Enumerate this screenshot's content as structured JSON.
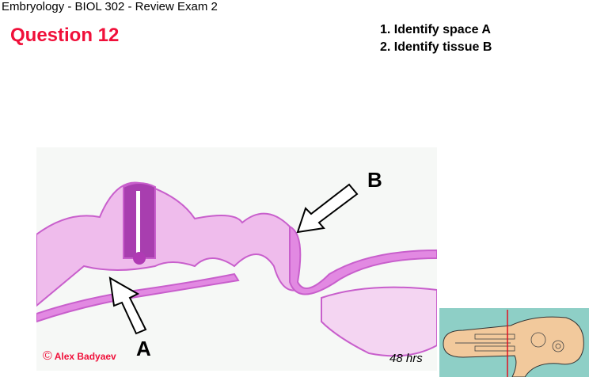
{
  "header": {
    "title": "Embryology - BIOL 302 - Review Exam 2"
  },
  "question": {
    "title": "Question 12",
    "tasks": [
      "1. Identify space A",
      "2. Identify tissue B"
    ]
  },
  "figure": {
    "label_a": "A",
    "label_b": "B",
    "copyright_symbol": "©",
    "credit": "Alex Badyaev",
    "stage": "48 hrs"
  },
  "colors": {
    "accent": "#f0103a",
    "tissue": "#d96ad6",
    "inset_bg": "#8ecfc6"
  }
}
